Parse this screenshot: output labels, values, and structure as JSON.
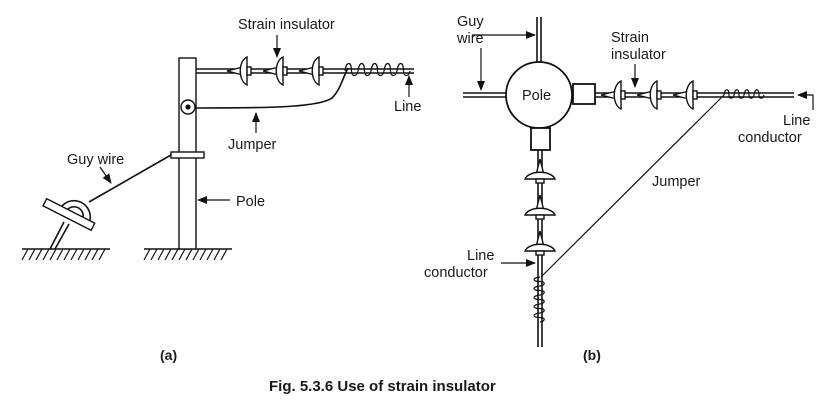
{
  "figure": {
    "caption": "Fig. 5.3.6 Use of strain insulator",
    "panel_a": {
      "sublabel": "(a)",
      "labels": {
        "strain_insulator": "Strain insulator",
        "line": "Line",
        "jumper": "Jumper",
        "guy_wire": "Guy wire",
        "pole": "Pole"
      },
      "insulator_count": 3,
      "coil_turns": 5
    },
    "panel_b": {
      "sublabel": "(b)",
      "labels": {
        "guy_wire_line1": "Guy",
        "guy_wire_line2": "wire",
        "strain_line1": "Strain",
        "strain_line2": "insulator",
        "pole": "Pole",
        "line_conductor_right_1": "Line",
        "line_conductor_right_2": "conductor",
        "jumper": "Jumper",
        "line_conductor_left_1": "Line",
        "line_conductor_left_2": "conductor"
      },
      "horizontal_insulator_count": 3,
      "vertical_insulator_count": 3,
      "coil_turns": 4
    }
  }
}
